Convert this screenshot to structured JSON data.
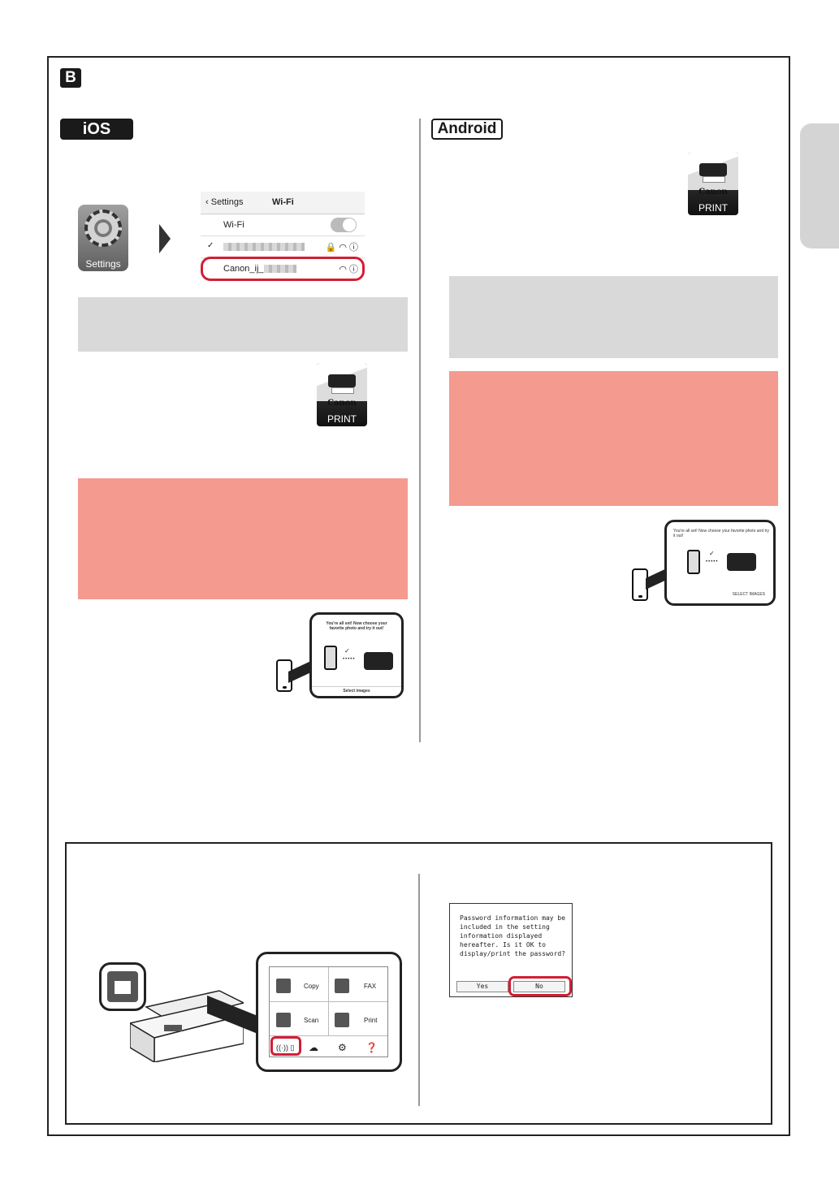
{
  "section": {
    "badge": "B"
  },
  "ios": {
    "tag": "iOS",
    "settings_icon_label": "Settings",
    "wifi": {
      "back_label": "Settings",
      "title": "Wi-Fi",
      "toggle_label": "Wi-Fi",
      "network_name": "Canon_ij_"
    },
    "app_icon": {
      "brand": "Canon",
      "label": "PRINT"
    },
    "phone_screen": {
      "message": "You're all set! Now choose your favorite photo and try it out!",
      "button": "Select images"
    }
  },
  "android": {
    "tag": "Android",
    "app_icon": {
      "brand": "Canon",
      "label": "PRINT"
    },
    "phone_screen": {
      "message": "You're all set! Now choose your favorite photo and try it out!",
      "button": "SELECT IMAGES"
    }
  },
  "printer_menu": {
    "items": [
      "Copy",
      "FAX",
      "Scan",
      "Print"
    ]
  },
  "dialog": {
    "message": "Password information may be included in the setting information displayed hereafter. Is it OK to display/print the password?",
    "yes": "Yes",
    "no": "No"
  },
  "colors": {
    "highlight_red": "#d21e35",
    "pink": "#f49a8f",
    "gray": "#d9d9d9"
  }
}
